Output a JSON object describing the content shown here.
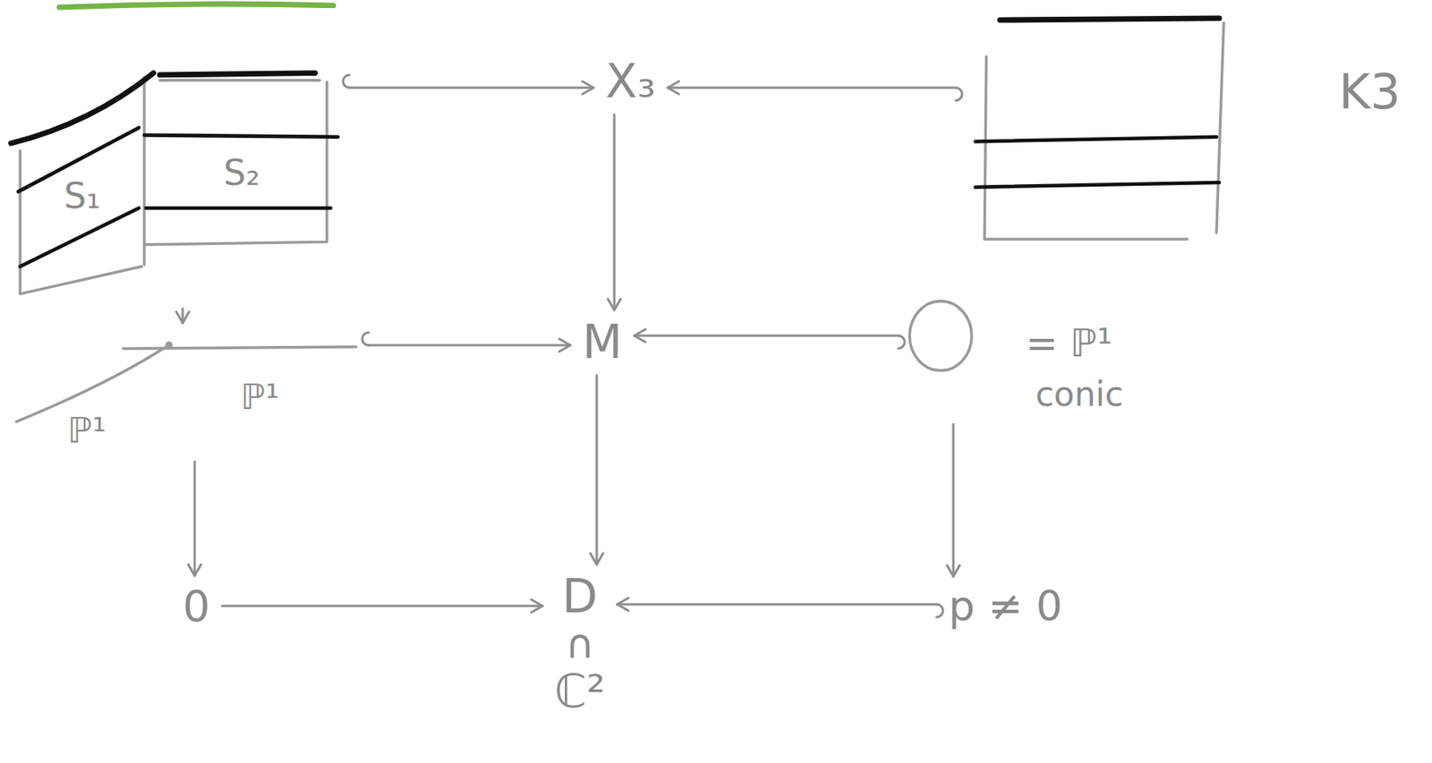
{
  "diagram": {
    "nodes": [
      {
        "text": [
          "S₁",
          "S₂"
        ]
      },
      {
        "text": [
          "X₃"
        ]
      },
      {
        "text": [
          "K3"
        ]
      },
      {
        "text": [
          "ℙ¹",
          "ℙ¹"
        ]
      },
      {
        "text": [
          "M"
        ]
      },
      {
        "text": [
          "= ℙ¹",
          "conic"
        ]
      },
      {
        "text": [
          "0"
        ]
      },
      {
        "text": [
          "D",
          "∩",
          "ℂ²"
        ]
      },
      {
        "text": [
          "p ≠ 0"
        ]
      }
    ],
    "edges": [
      {
        "from": 0,
        "to": 1,
        "arrow": "to"
      },
      {
        "from": 2,
        "to": 1,
        "arrow": "to"
      },
      {
        "from": 0,
        "to": 3,
        "arrow": "to"
      },
      {
        "from": 1,
        "to": 4,
        "arrow": "to"
      },
      {
        "from": 3,
        "to": 4,
        "arrow": "to"
      },
      {
        "from": 5,
        "to": 4,
        "arrow": "to"
      },
      {
        "from": 3,
        "to": 6,
        "arrow": "to"
      },
      {
        "from": 4,
        "to": 7,
        "arrow": "to"
      },
      {
        "from": 5,
        "to": 8,
        "arrow": "to"
      },
      {
        "from": 6,
        "to": 7,
        "arrow": "to"
      },
      {
        "from": 8,
        "to": 7,
        "arrow": "to"
      }
    ]
  }
}
